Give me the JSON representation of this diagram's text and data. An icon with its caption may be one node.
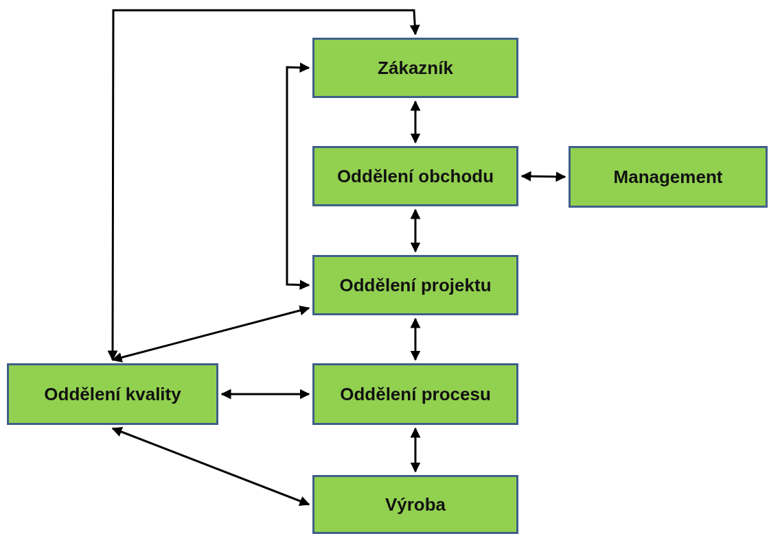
{
  "diagram": {
    "nodes": [
      {
        "text": [
          "Zákazník"
        ]
      },
      {
        "text": [
          "Oddělení obchodu"
        ]
      },
      {
        "text": [
          "Management"
        ]
      },
      {
        "text": [
          "Oddělení projektu"
        ]
      },
      {
        "text": [
          "Oddělení kvality"
        ]
      },
      {
        "text": [
          "Oddělení procesu"
        ]
      },
      {
        "text": [
          "Výroba"
        ]
      }
    ],
    "edges": [
      {
        "from": 0,
        "to": 1,
        "arrow": "both"
      },
      {
        "from": 1,
        "to": 2,
        "arrow": "both"
      },
      {
        "from": 1,
        "to": 3,
        "arrow": "both"
      },
      {
        "from": 0,
        "to": 4,
        "arrow": "both"
      },
      {
        "from": 0,
        "to": 3,
        "arrow": "both"
      },
      {
        "from": 3,
        "to": 4,
        "arrow": "both"
      },
      {
        "from": 3,
        "to": 5,
        "arrow": "both"
      },
      {
        "from": 4,
        "to": 5,
        "arrow": "both"
      },
      {
        "from": 5,
        "to": 6,
        "arrow": "both"
      },
      {
        "from": 4,
        "to": 6,
        "arrow": "both"
      }
    ]
  }
}
